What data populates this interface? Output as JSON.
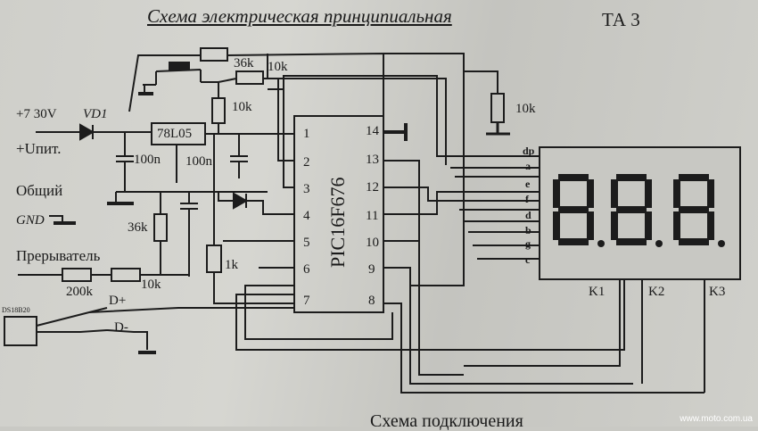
{
  "header": {
    "title": "Схема электрическая принципиальная",
    "subtitle": "ТА 3"
  },
  "power": {
    "voltage": "+7 30V",
    "diode": "VD1",
    "supply": "+Uпит.",
    "common": "Общий",
    "gnd": "GND",
    "regulator": "78L05",
    "cap1": "100n",
    "cap2": "100n"
  },
  "resistors": {
    "r_top": "36k",
    "r_10k_a": "10k",
    "r_10k_b": "10k",
    "r_10k_right": "10k",
    "r_36k": "36k",
    "r_1k": "1k",
    "r_200k": "200k",
    "r_10k_in": "10k"
  },
  "inputs": {
    "breaker": "Прерыватель",
    "sensor": "DS18B20",
    "d_plus": "D+",
    "d_minus": "D-"
  },
  "mcu": {
    "name": "PIC16F676",
    "left_pins": [
      "1",
      "2",
      "3",
      "4",
      "5",
      "6",
      "7"
    ],
    "right_pins": [
      "14",
      "13",
      "12",
      "11",
      "10",
      "9",
      "8"
    ]
  },
  "display": {
    "segments": [
      "dp",
      "a",
      "e",
      "f",
      "d",
      "b",
      "g",
      "c"
    ],
    "digits": [
      "K1",
      "K2",
      "K3"
    ],
    "value": "8.8.8."
  },
  "footer": {
    "text": "Схема подключения"
  },
  "watermark": "www.moto.com.ua"
}
